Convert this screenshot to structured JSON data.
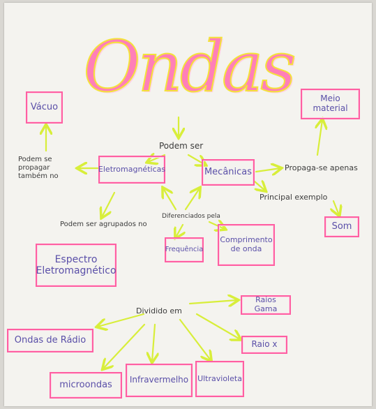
{
  "title": "Ondas",
  "nodes": {
    "vacuo": "Vácuo",
    "meio_material": "Meio material",
    "eletromagneticas": "Eletromagnéticas",
    "mecanicas": "Mecânicas",
    "som": "Som",
    "frequencia": "Frequência",
    "comprimento_onda": "Comprimento de onda",
    "espectro": "Espectro Eletromagnético",
    "raios_gama": "Raios Gama",
    "ondas_radio": "Ondas de Rádio",
    "raio_x": "Raio x",
    "microondas": "microondas",
    "infravermelho": "Infravermelho",
    "ultravioleta": "Ultravioleta"
  },
  "links": {
    "podem_ser": "Podem ser",
    "podem_propagar": "Podem se propagar também no",
    "propaga_apenas": "Propaga-se apenas",
    "principal_exemplo": "Principal exemplo",
    "podem_agrupados": "Podem ser agrupados no",
    "diferenciados": "Diferenciados pela",
    "dividido": "Dividido em"
  },
  "colors": {
    "box_border": "#ff5fa2",
    "arrow": "#d8ee3a",
    "title_fill": "#ff7fb8",
    "title_outline": "#f3e23a",
    "box_text": "#5a4fa8"
  }
}
